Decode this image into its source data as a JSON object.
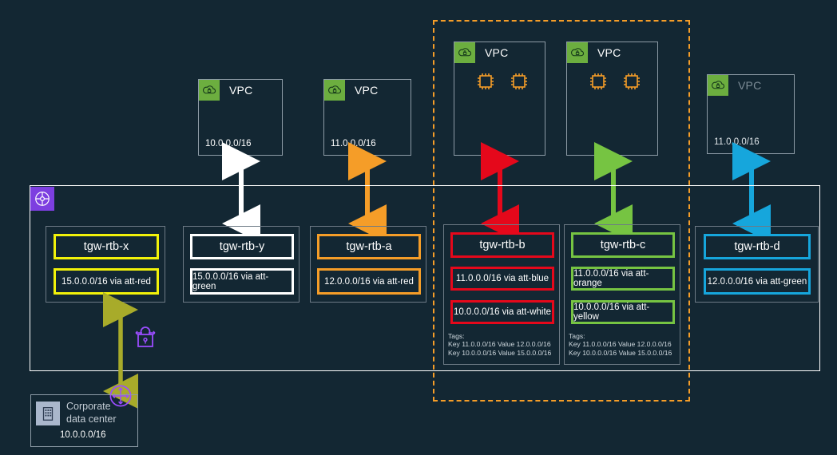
{
  "diagram": {
    "title": "AWS Transit Gateway route tables and attachments",
    "background": "#132733"
  },
  "colors": {
    "background": "#132733",
    "white": "#ffffff",
    "yellow": "#f2f20a",
    "orange": "#f59d28",
    "red": "#e5081b",
    "green": "#76c442",
    "blue": "#16a6dc",
    "olive": "#a8ab2a",
    "purple": "#9b4dff",
    "vpc_icon_green": "#6cae3f",
    "tgw_badge_purple": "#7d3fe0",
    "card_border": "#6d7a85",
    "vpc_border": "#8d9ba6"
  },
  "dashed_region": {
    "name": "shared-vpc-region",
    "color": "#f59d28"
  },
  "vpcs": [
    {
      "id": "vpc-10",
      "title": "VPC",
      "cidr": "10.0.0.0/16",
      "icon": "vpc-cloud-lock-icon",
      "dim": false,
      "instances": 0
    },
    {
      "id": "vpc-11a",
      "title": "VPC",
      "cidr": "11.0.0.0/16",
      "icon": "vpc-cloud-lock-icon",
      "dim": false,
      "instances": 0
    },
    {
      "id": "vpc-b",
      "title": "VPC",
      "cidr": "",
      "icon": "vpc-cloud-lock-icon",
      "dim": false,
      "instances": 2
    },
    {
      "id": "vpc-c",
      "title": "VPC",
      "cidr": "",
      "icon": "vpc-cloud-lock-icon",
      "dim": false,
      "instances": 2
    },
    {
      "id": "vpc-11b",
      "title": "VPC",
      "cidr": "11.0.0.0/16",
      "icon": "vpc-cloud-lock-icon",
      "dim": true,
      "instances": 0
    }
  ],
  "transit_gateway": {
    "badge_icon": "transit-gateway-icon",
    "route_tables": [
      {
        "id": "tgw-rtb-x",
        "name": "tgw-rtb-x",
        "color": "#f2f20a",
        "routes": [
          "15.0.0.0/16 via att-red"
        ],
        "tags": ""
      },
      {
        "id": "tgw-rtb-y",
        "name": "tgw-rtb-y",
        "color": "#ffffff",
        "routes": [
          "15.0.0.0/16 via att-green"
        ],
        "tags": ""
      },
      {
        "id": "tgw-rtb-a",
        "name": "tgw-rtb-a",
        "color": "#f59d28",
        "routes": [
          "12.0.0.0/16 via att-red"
        ],
        "tags": ""
      },
      {
        "id": "tgw-rtb-b",
        "name": "tgw-rtb-b",
        "color": "#e5081b",
        "routes": [
          "11.0.0.0/16 via att-blue",
          "10.0.0.0/16 via att-white"
        ],
        "tags": "Tags:\nKey 11.0.0.0/16 Value 12.0.0.0/16\nKey 10.0.0.0/16 Value 15.0.0.0/16"
      },
      {
        "id": "tgw-rtb-c",
        "name": "tgw-rtb-c",
        "color": "#76c442",
        "routes": [
          "11.0.0.0/16 via att-orange",
          "10.0.0.0/16 via att-yellow"
        ],
        "tags": "Tags:\nKey 11.0.0.0/16 Value 12.0.0.0/16\nKey 10.0.0.0/16 Value 15.0.0.0/16"
      },
      {
        "id": "tgw-rtb-d",
        "name": "tgw-rtb-d",
        "color": "#16a6dc",
        "routes": [
          "12.0.0.0/16 via att-green"
        ],
        "tags": ""
      }
    ]
  },
  "attachments": [
    {
      "id": "att-white",
      "color": "#ffffff",
      "from": "vpc-10",
      "to": "tgw-rtb-y"
    },
    {
      "id": "att-orange",
      "color": "#f59d28",
      "from": "vpc-11a",
      "to": "tgw-rtb-a"
    },
    {
      "id": "att-red",
      "color": "#e5081b",
      "from": "vpc-b",
      "to": "tgw-rtb-b"
    },
    {
      "id": "att-green",
      "color": "#76c442",
      "from": "vpc-c",
      "to": "tgw-rtb-c"
    },
    {
      "id": "att-blue",
      "color": "#16a6dc",
      "from": "vpc-11b",
      "to": "tgw-rtb-d"
    },
    {
      "id": "att-yellow-vpn",
      "color": "#a8ab2a",
      "from": "tgw-rtb-x",
      "to": "corporate-data-center"
    }
  ],
  "vpn": {
    "icon": "vpn-lock-icon",
    "color": "#9b4dff"
  },
  "customer_gateway": {
    "icon": "customer-gateway-icon",
    "color": "#9b4dff"
  },
  "corporate_data_center": {
    "label_line1": "Corporate",
    "label_line2": "data center",
    "cidr": "10.0.0.0/16",
    "icon": "corporate-building-icon"
  }
}
